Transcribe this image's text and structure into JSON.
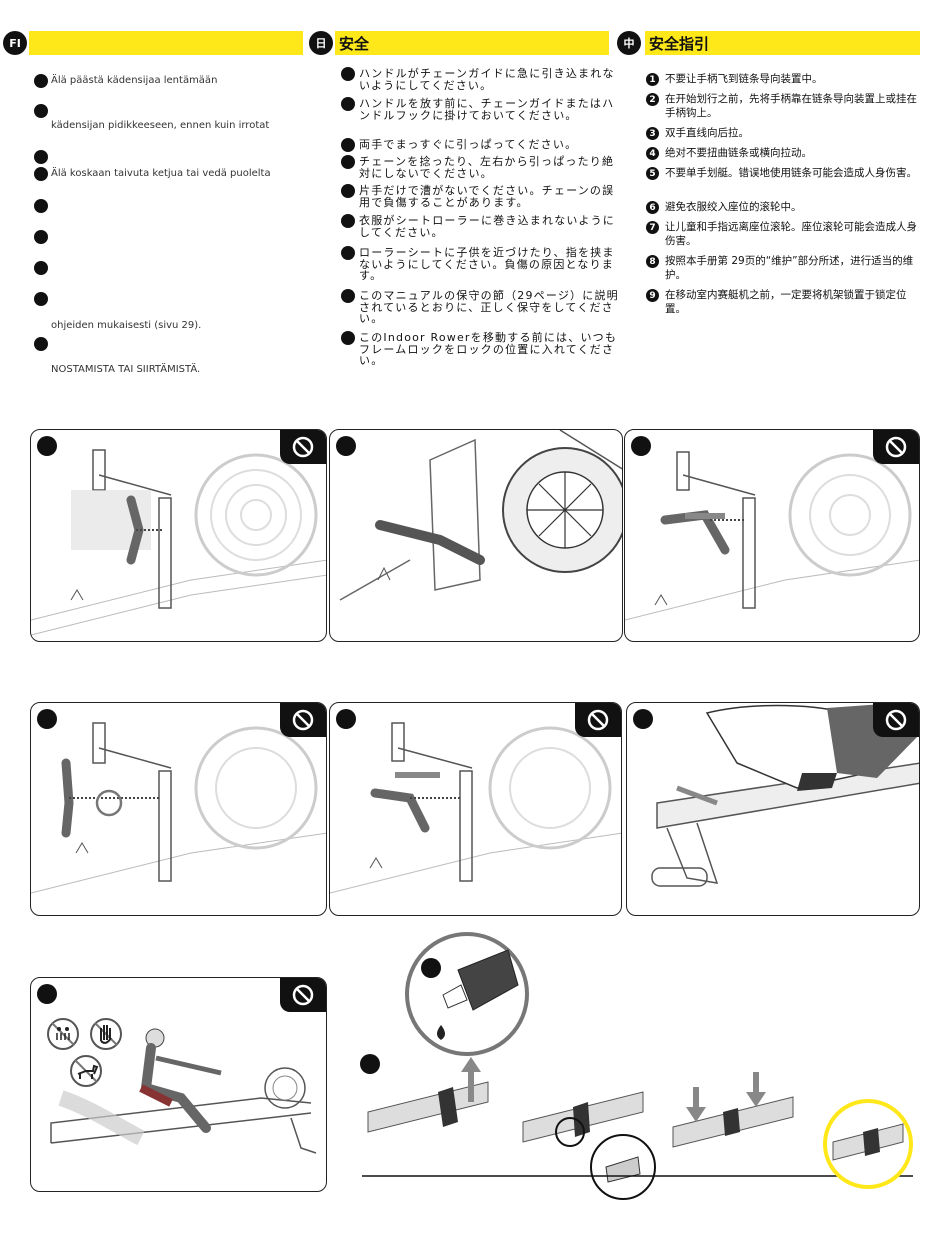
{
  "headers": {
    "fi": {
      "badge": "FI",
      "title": ""
    },
    "ja": {
      "badge": "日",
      "title": "安全"
    },
    "zh": {
      "badge": "中",
      "title": "安全指引"
    }
  },
  "fi_items": [
    {
      "text": "Älä päästä kädensijaa lentämään"
    },
    {
      "text": "kädensijan pidikkeeseen, ennen kuin irrotat"
    },
    {
      "text": ""
    },
    {
      "text": "Älä koskaan taivuta ketjua tai vedä puolelta"
    },
    {
      "text": ""
    },
    {
      "text": ""
    },
    {
      "text": ""
    },
    {
      "text": "ohjeiden mukaisesti (sivu 29)."
    },
    {
      "text": "NOSTAMISTA TAI SIIRTÄMISTÄ."
    }
  ],
  "ja_items": [
    "ハンドルがチェーンガイドに急に引き込まれないようにしてください。",
    "ハンドルを放す前に、チェーンガイドまたはハンドルフックに掛けておいてください。",
    "両手でまっすぐに引っぱってください。",
    "チェーンを捻ったり、左右から引っぱったり絶対にしないでください。",
    "片手だけで漕がないでください。チェーンの誤用で負傷することがあります。",
    "衣服がシートローラーに巻き込まれないようにしてください。",
    "ローラーシートに子供を近づけたり、指を挟まないようにしてください。負傷の原因となります。",
    "このマニュアルの保守の節（29ページ）に説明されているとおりに、正しく保守をしてください。",
    "このIndoor Rowerを移動する前には、いつもフレームロックをロックの位置に入れてください。"
  ],
  "zh_items": [
    {
      "n": "1",
      "text": "不要让手柄飞到链条导向装置中。"
    },
    {
      "n": "2",
      "text": "在开始划行之前，先将手柄靠在链条导向装置上或挂在手柄钩上。"
    },
    {
      "n": "3",
      "text": "双手直线向后拉。"
    },
    {
      "n": "4",
      "text": "绝对不要扭曲链条或横向拉动。"
    },
    {
      "n": "5",
      "text": "不要单手划艇。错误地使用链条可能会造成人身伤害。"
    },
    {
      "n": "6",
      "text": "避免衣服绞入座位的滚轮中。"
    },
    {
      "n": "7",
      "text": "让儿童和手指远离座位滚轮。座位滚轮可能会造成人身伤害。"
    },
    {
      "n": "8",
      "text": "按照本手册第 29页的“维护”部分所述，进行适当的维护。"
    },
    {
      "n": "9",
      "text": "在移动室内赛艇机之前，一定要将机架锁置于锁定位置。"
    }
  ],
  "colors": {
    "accent": "#ffe81a",
    "ink": "#111111",
    "arrow": "#888888"
  },
  "icons": [
    "no-entry-icon",
    "child-icon",
    "hand-icon",
    "dog-icon",
    "oil-drop-icon"
  ]
}
